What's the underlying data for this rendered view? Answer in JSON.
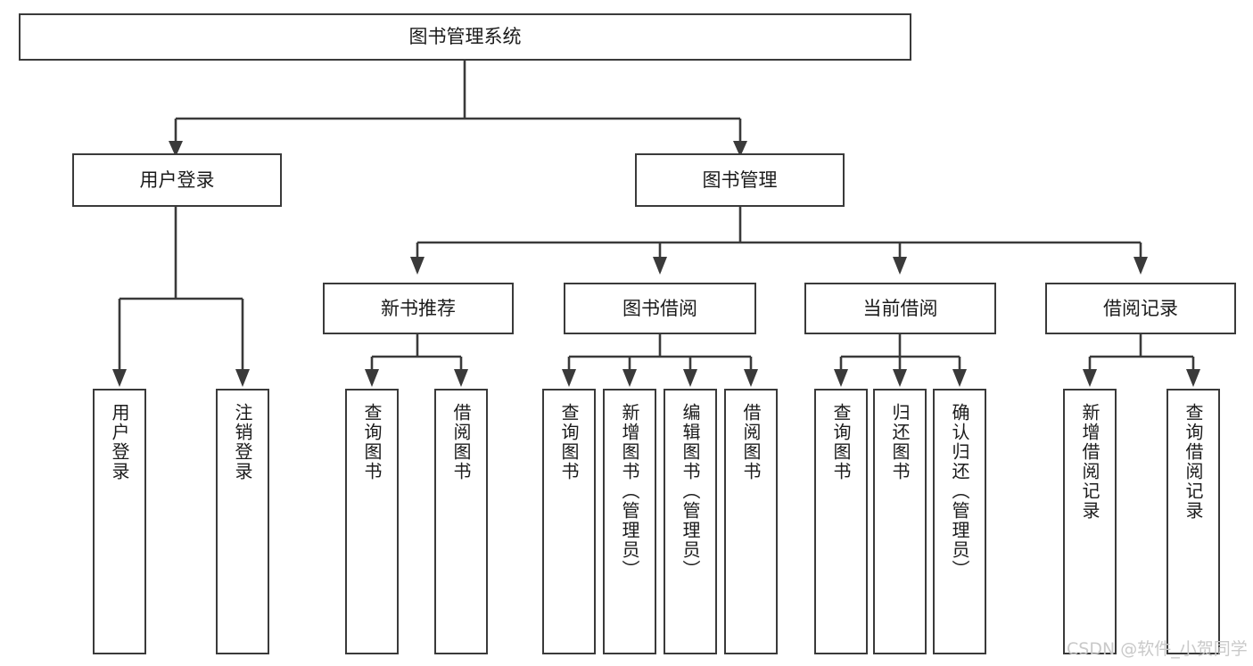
{
  "diagram": {
    "type": "tree",
    "title": "图书管理系统",
    "orientation": "top-down",
    "levels": 4,
    "nodes": {
      "root": {
        "label": "图书管理系统",
        "level": 1
      },
      "user_login": {
        "label": "用户登录",
        "level": 2
      },
      "book_manage": {
        "label": "图书管理",
        "level": 2
      },
      "new_book_rec": {
        "label": "新书推荐",
        "level": 3
      },
      "book_borrow": {
        "label": "图书借阅",
        "level": 3
      },
      "current_borrow": {
        "label": "当前借阅",
        "level": 3
      },
      "borrow_record": {
        "label": "借阅记录",
        "level": 3
      },
      "leaf_user_login": {
        "label": "用户登录",
        "level": 4
      },
      "leaf_logout": {
        "label": "注销登录",
        "level": 4
      },
      "leaf_query_book_1": {
        "label": "查询图书",
        "level": 4
      },
      "leaf_borrow_book_1": {
        "label": "借阅图书",
        "level": 4
      },
      "leaf_query_book_2": {
        "label": "查询图书",
        "level": 4
      },
      "leaf_add_book": {
        "label": "新增图书（管理员）",
        "level": 4
      },
      "leaf_edit_book": {
        "label": "编辑图书（管理员）",
        "level": 4
      },
      "leaf_borrow_book_2": {
        "label": "借阅图书",
        "level": 4
      },
      "leaf_query_book_3": {
        "label": "查询图书",
        "level": 4
      },
      "leaf_return_book": {
        "label": "归还图书",
        "level": 4
      },
      "leaf_confirm_return": {
        "label": "确认归还（管理员）",
        "level": 4
      },
      "leaf_add_record": {
        "label": "新增借阅记录",
        "level": 4
      },
      "leaf_query_record": {
        "label": "查询借阅记录",
        "level": 4
      }
    },
    "edges": [
      {
        "from": "root",
        "to": "user_login"
      },
      {
        "from": "root",
        "to": "book_manage"
      },
      {
        "from": "user_login",
        "to": "leaf_user_login"
      },
      {
        "from": "user_login",
        "to": "leaf_logout"
      },
      {
        "from": "book_manage",
        "to": "new_book_rec"
      },
      {
        "from": "book_manage",
        "to": "book_borrow"
      },
      {
        "from": "book_manage",
        "to": "current_borrow"
      },
      {
        "from": "book_manage",
        "to": "borrow_record"
      },
      {
        "from": "new_book_rec",
        "to": "leaf_query_book_1"
      },
      {
        "from": "new_book_rec",
        "to": "leaf_borrow_book_1"
      },
      {
        "from": "book_borrow",
        "to": "leaf_query_book_2"
      },
      {
        "from": "book_borrow",
        "to": "leaf_add_book"
      },
      {
        "from": "book_borrow",
        "to": "leaf_edit_book"
      },
      {
        "from": "book_borrow",
        "to": "leaf_borrow_book_2"
      },
      {
        "from": "current_borrow",
        "to": "leaf_query_book_3"
      },
      {
        "from": "current_borrow",
        "to": "leaf_return_book"
      },
      {
        "from": "current_borrow",
        "to": "leaf_confirm_return"
      },
      {
        "from": "borrow_record",
        "to": "leaf_add_record"
      },
      {
        "from": "borrow_record",
        "to": "leaf_query_record"
      }
    ],
    "colors": {
      "stroke": "#3a3a3a",
      "fill": "#ffffff",
      "text": "#1b1b1b",
      "watermark": "#c9c9c9"
    }
  },
  "watermark": {
    "text": "CSDN @软件_小贺同学"
  }
}
